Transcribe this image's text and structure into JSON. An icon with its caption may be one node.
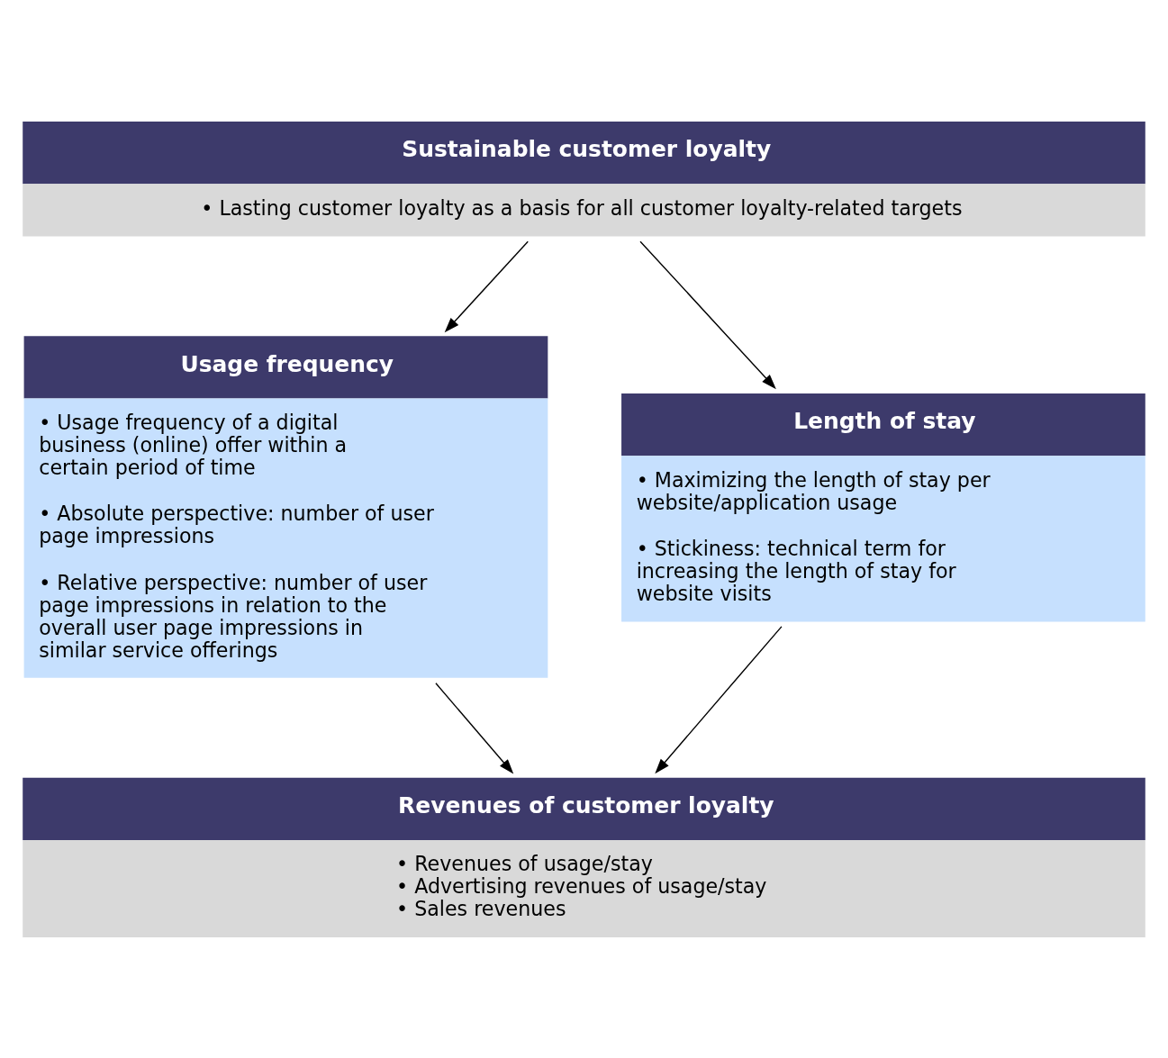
{
  "diagram": {
    "nodes": [
      {
        "text": [
          "Sustainable customer loyalty",
          "• Lasting customer loyalty as a basis for all customer loyalty-related targets"
        ]
      },
      {
        "text": [
          "Usage frequency",
          "• Usage frequency of a digital business (online) offer within a certain period of time",
          "• Absolute perspective: number of user page impressions",
          "• Relative perspective: number of user page impressions in relation to the overall user page impressions in similar service offerings"
        ]
      },
      {
        "text": [
          "Length of stay",
          "• Maximizing the length of stay per website/application usage",
          "• Stickiness: technical term for increasing the length of stay for website visits"
        ]
      },
      {
        "text": [
          "Revenues of customer loyalty",
          "• Revenues of usage/stay",
          "• Advertising revenues of usage/stay",
          "• Sales revenues"
        ]
      }
    ],
    "edges": [
      {
        "from": 0,
        "to": 1,
        "arrow": "to"
      },
      {
        "from": 0,
        "to": 2,
        "arrow": "to"
      },
      {
        "from": 1,
        "to": 3,
        "arrow": "to"
      },
      {
        "from": 2,
        "to": 3,
        "arrow": "to"
      }
    ]
  }
}
